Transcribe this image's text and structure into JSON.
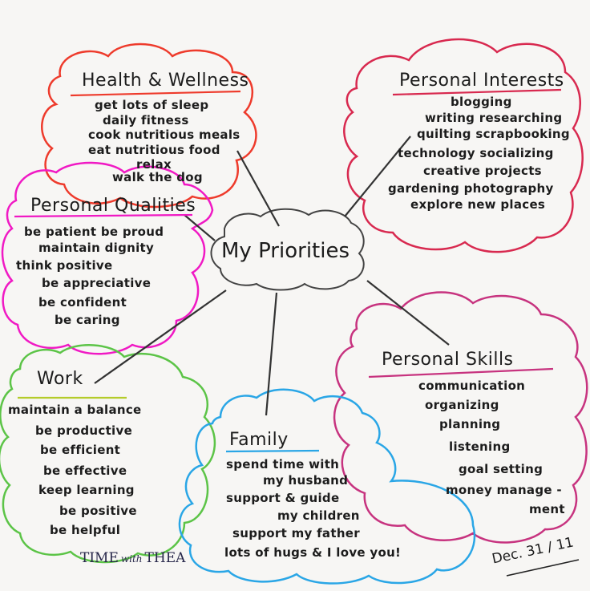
{
  "center": {
    "label": "My Priorities"
  },
  "clouds": {
    "health": {
      "color": "#ee3b2c",
      "title": "Health & Wellness",
      "items": [
        "get lots of sleep",
        "daily fitness",
        "cook nutritious meals",
        "eat nutritious food",
        "relax",
        "walk the dog"
      ]
    },
    "interests": {
      "color": "#d8294f",
      "title": "Personal Interests",
      "items": [
        "blogging",
        "writing   researching",
        "quilting   scrapbooking",
        "technology   socializing",
        "creative projects",
        "gardening   photography",
        "explore new places"
      ]
    },
    "qualities": {
      "color": "#f019c4",
      "title": "Personal Qualities",
      "items": [
        "be patient   be proud",
        "maintain dignity",
        "think positive",
        "be appreciative",
        "be confident",
        "be caring"
      ]
    },
    "skills": {
      "color": "#c7337f",
      "title": "Personal Skills",
      "items": [
        "communication",
        "organizing",
        "planning",
        "listening",
        "goal setting",
        "money manage -",
        "ment"
      ]
    },
    "work": {
      "color": "#5cc447",
      "title": "Work",
      "items": [
        "maintain a balance",
        "be productive",
        "be efficient",
        "be effective",
        "keep learning",
        "be positive",
        "be helpful"
      ]
    },
    "family": {
      "color": "#2aa6e6",
      "title": "Family",
      "items": [
        "spend time with",
        "my husband",
        "support & guide",
        "my children",
        "support my father",
        "lots of hugs & I love you!"
      ]
    }
  },
  "signature": {
    "brand_left": "TIME",
    "brand_mid": "with",
    "brand_right": "THEA",
    "date": "Dec. 31 / 11"
  }
}
